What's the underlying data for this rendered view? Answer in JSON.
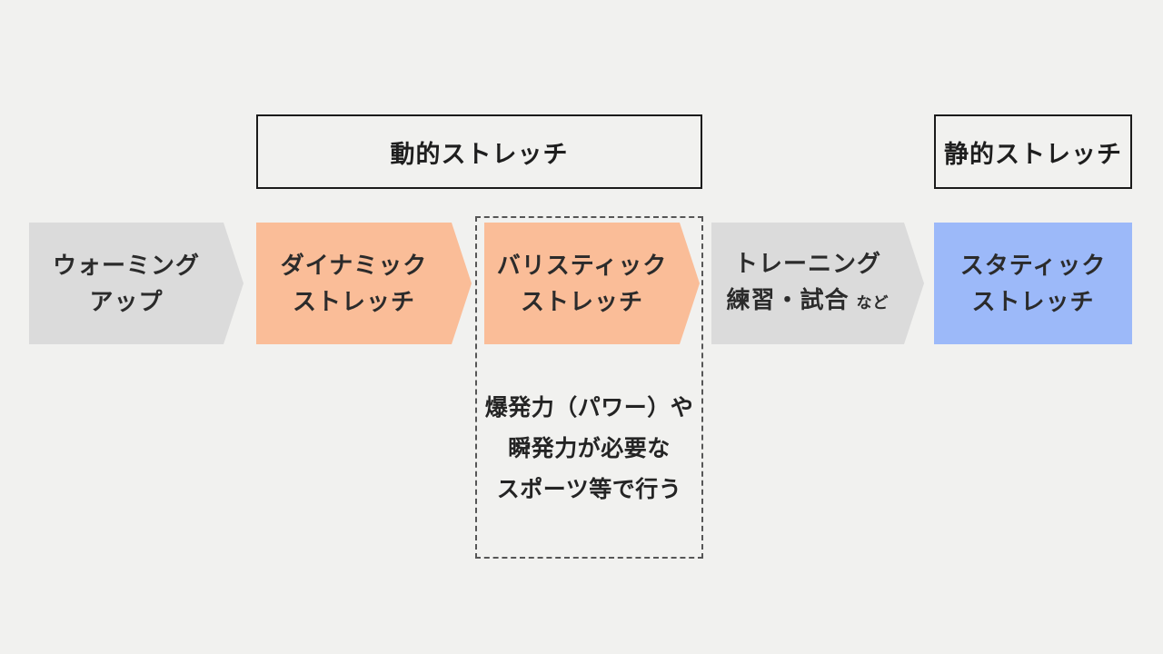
{
  "groups": {
    "dynamic": {
      "label": "動的ストレッチ"
    },
    "static": {
      "label": "静的ストレッチ"
    }
  },
  "flow": {
    "steps": [
      {
        "id": "warming-up",
        "shape": "arrow",
        "fill": "#dbdbdb",
        "lines": [
          "ウォーミング",
          "アップ"
        ]
      },
      {
        "id": "dynamic-stretch",
        "shape": "arrow",
        "fill": "#fabd98",
        "lines": [
          "ダイナミック",
          "ストレッチ"
        ]
      },
      {
        "id": "ballistic-stretch",
        "shape": "arrow",
        "fill": "#fabd98",
        "lines": [
          "バリスティック",
          "ストレッチ"
        ]
      },
      {
        "id": "training",
        "shape": "arrow",
        "fill": "#dbdbdb",
        "lines": [
          "トレーニング",
          "練習・試合"
        ],
        "suffix": "など"
      },
      {
        "id": "static-stretch",
        "shape": "rect",
        "fill": "#9cb9f9",
        "lines": [
          "スタティック",
          "ストレッチ"
        ]
      }
    ]
  },
  "note": {
    "lines": [
      "爆発力（パワー）や",
      "瞬発力が必要な",
      "スポーツ等で行う"
    ]
  },
  "colors": {
    "background": "#f1f1ef",
    "text": "#2b2b2b",
    "box_border": "#1b1b1b",
    "dashed_border": "#565656",
    "arrow_gray": "#dbdbdb",
    "arrow_orange": "#fabd98",
    "rect_blue": "#9cb9f9"
  }
}
